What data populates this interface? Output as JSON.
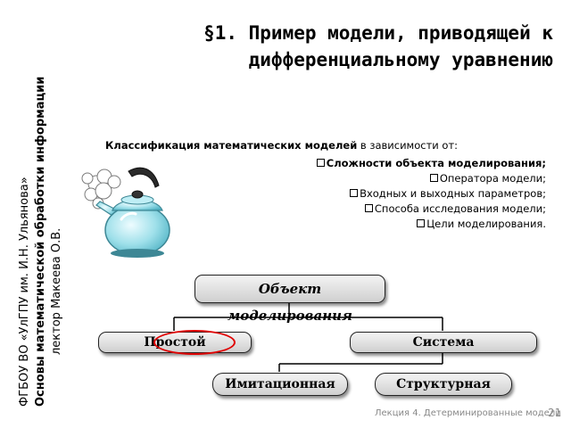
{
  "side": {
    "line1": "ФГБОУ ВО «УлГПУ им. И.Н. Ульянова»",
    "line2": "Основы математической обработки информации",
    "line3": "лектор Макеева О.В."
  },
  "title": {
    "line1": "§1. Пример модели, приводящей к",
    "line2": "дифференциальному  уравнению"
  },
  "classification": {
    "heading_bold": "Классификация математических моделей",
    "heading_rest": " в зависимости от:",
    "items": [
      "Сложности объекта моделирования;",
      "Оператора модели;",
      "Входных и выходных параметров;",
      "Способа исследования модели;",
      "Цели моделирования."
    ]
  },
  "diagram": {
    "root": "Объект моделирования",
    "simple": "Простой",
    "system": "Система",
    "imitation": "Имитационная",
    "structural": "Структурная",
    "highlight_color": "#e00000"
  },
  "footer": {
    "text": "Лекция 4. Детерминированные модели",
    "page": "21"
  }
}
